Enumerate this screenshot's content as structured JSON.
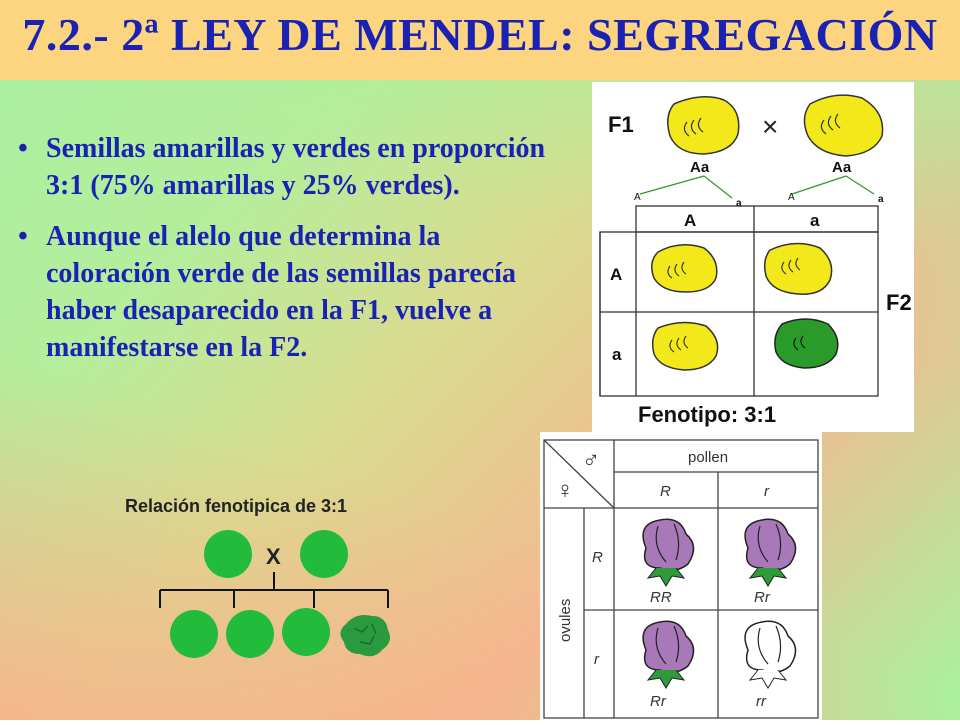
{
  "slide": {
    "title": "7.2.- 2ª LEY DE MENDEL: SEGREGACIÓN",
    "bullet_marker": "•",
    "bullets": [
      "Semillas amarillas y verdes en proporción 3:1 (75% amarillas y 25% verdes).",
      "Aunque el alelo que determina la coloración verde de las semillas parecía haber desaparecido en la F1, vuelve a manifestarse en la F2."
    ]
  },
  "colors": {
    "title": "#1a22b4",
    "title_bar": "#fdd47f",
    "yellow_seed": "#f2e81a",
    "green_seed": "#2a9a2a",
    "flower_purple": "#a878b8"
  },
  "punnett_seeds": {
    "f1_label": "F1",
    "f2_label": "F2",
    "cross_symbol": "×",
    "parent_genotypes": [
      "Aa",
      "Aa"
    ],
    "gamete_labels": [
      "A",
      "a",
      "A",
      "a"
    ],
    "column_headers": [
      "A",
      "a"
    ],
    "row_headers": [
      "A",
      "a"
    ],
    "phenotype_label": "Fenotipo: 3:1"
  },
  "phenotype_ratio": {
    "caption": "Relación fenotipica de 3:1",
    "cross_symbol": "X"
  },
  "punnett_flowers": {
    "female_symbol": "♀",
    "male_symbol": "♂",
    "pollen_label": "pollen",
    "ovules_label": "ovules",
    "column_headers": [
      "R",
      "r"
    ],
    "row_headers": [
      "R",
      "r"
    ],
    "cells": [
      "RR",
      "Rr",
      "Rr",
      "rr"
    ]
  }
}
